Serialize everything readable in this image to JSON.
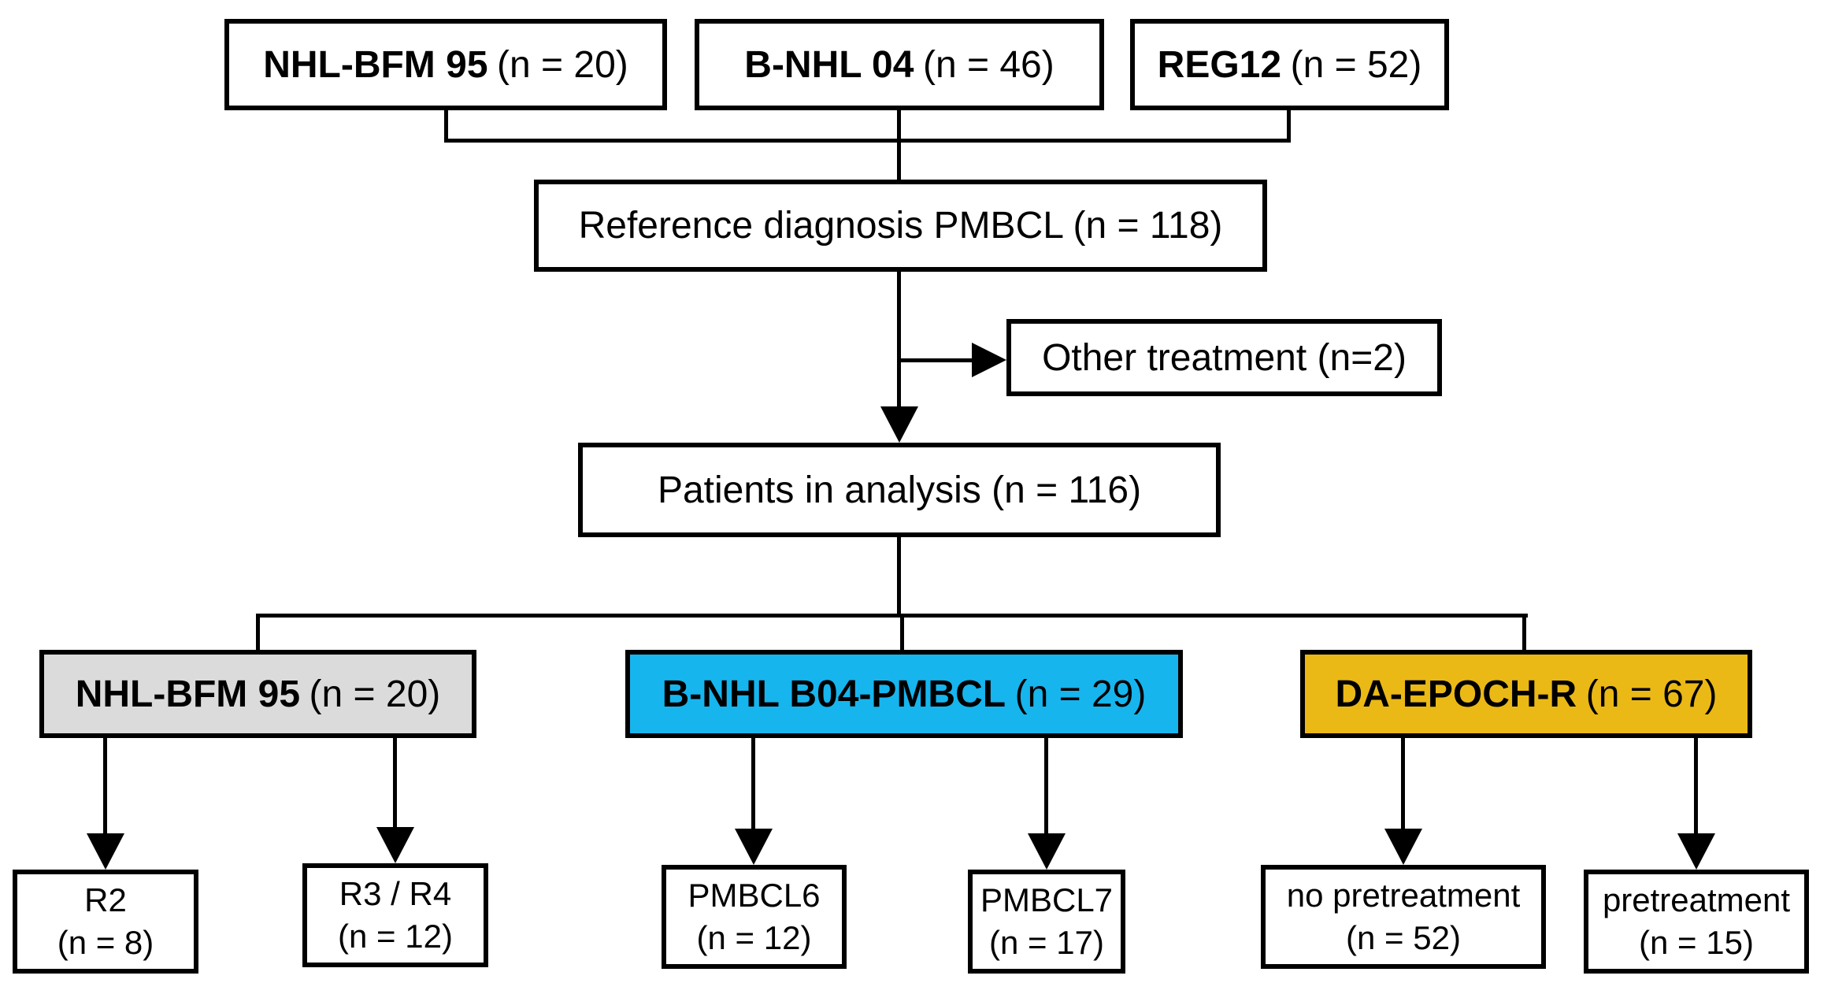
{
  "figure": {
    "type": "flowchart",
    "background": "#FFFFFF"
  },
  "colors": {
    "line": "#000000",
    "text": "#000000",
    "box_fill": "#FFFFFF",
    "arm_nhl_bfm_95_fill": "#DBDBDB",
    "arm_b_nhl_b04_pmbcl_fill": "#16B5EE",
    "arm_da_epoch_r_fill": "#EBB915"
  },
  "sources": [
    {
      "bold": "NHL-BFM 95",
      "count": "(n = 20)"
    },
    {
      "bold": "B-NHL 04",
      "count": "(n = 46)"
    },
    {
      "bold": "REG12",
      "count": "(n = 52)"
    }
  ],
  "reference": {
    "label": "Reference diagnosis PMBCL (n = 118)"
  },
  "other_treatment": {
    "label": "Other treatment (n=2)"
  },
  "patients_in_analysis": {
    "label": "Patients in analysis (n = 116)"
  },
  "arms": [
    {
      "bold": "NHL-BFM 95",
      "count": "(n = 20)"
    },
    {
      "bold": "B-NHL B04-PMBCL",
      "count": "(n = 29)"
    },
    {
      "bold": "DA-EPOCH-R",
      "count": "(n = 67)"
    }
  ],
  "subgroups": [
    {
      "line1": "R2",
      "line2": "(n = 8)"
    },
    {
      "line1": "R3 / R4",
      "line2": "(n = 12)"
    },
    {
      "line1": "PMBCL6",
      "line2": "(n = 12)"
    },
    {
      "line1": "PMBCL7",
      "line2": "(n = 17)"
    },
    {
      "line1": "no pretreatment",
      "line2": "(n = 52)"
    },
    {
      "line1": "pretreatment",
      "line2": "(n = 15)"
    }
  ]
}
